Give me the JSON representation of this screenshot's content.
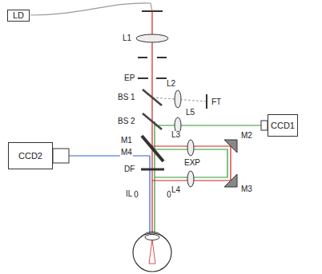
{
  "diagram": {
    "nodes": [
      {
        "text": [
          "LD"
        ]
      },
      {
        "text": [
          "CCD1"
        ]
      },
      {
        "text": [
          "CCD2"
        ]
      }
    ],
    "labels": [
      "L1",
      "EP",
      "BS 1",
      "L2",
      "FT",
      "BS 2",
      "L5",
      "M1",
      "M4",
      "L3",
      "EXP",
      "M2",
      "M3",
      "DF",
      "L4",
      "IL"
    ]
  }
}
